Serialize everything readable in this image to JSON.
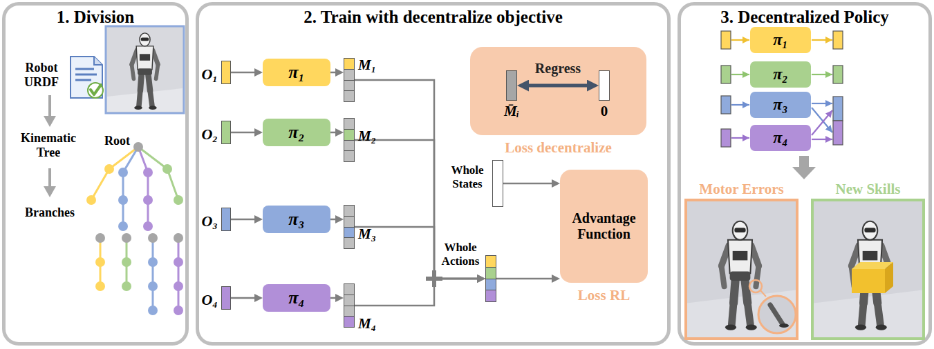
{
  "diagram": {
    "nodes": [
      {
        "text": [
          "1. Division"
        ]
      },
      {
        "text": [
          "2. Train with decentralize objective"
        ]
      },
      {
        "text": [
          "O₁"
        ],
        "in": 1
      },
      {
        "text": [
          "O₂"
        ],
        "in": 1
      },
      {
        "text": [
          "O₃"
        ],
        "in": 1
      },
      {
        "text": [
          "O₄"
        ],
        "in": 1
      },
      {
        "text": [
          "π₁"
        ],
        "in": 1
      },
      {
        "text": [
          "π₂"
        ],
        "in": 1
      },
      {
        "text": [
          "π₃"
        ],
        "in": 1
      },
      {
        "text": [
          "π₄"
        ],
        "in": 1
      },
      {
        "text": [
          "M₁"
        ],
        "in": 1
      },
      {
        "text": [
          "M₂"
        ],
        "in": 1
      },
      {
        "text": [
          "M₃"
        ],
        "in": 1
      },
      {
        "text": [
          "M₄"
        ],
        "in": 1
      },
      {
        "text": [
          "Loss decentralize"
        ],
        "in": 1
      },
      {
        "text": [
          "M̄ᵢ"
        ],
        "in": 14
      },
      {
        "text": [
          "0"
        ],
        "in": 14
      },
      {
        "text": [
          "Whole States"
        ],
        "in": 1
      },
      {
        "text": [
          "Whole Actions"
        ],
        "in": 1
      },
      {
        "text": [
          "Advantage Function",
          "Loss RL"
        ],
        "in": 1
      },
      {
        "text": [
          "3. Decentralized Policy"
        ]
      },
      {
        "text": [
          "π₁"
        ],
        "in": 20
      },
      {
        "text": [
          "π₂"
        ],
        "in": 20
      },
      {
        "text": [
          "π₃"
        ],
        "in": 20
      },
      {
        "text": [
          "π₄"
        ],
        "in": 20
      },
      {
        "text": [
          "Motor Errors"
        ],
        "in": 20
      },
      {
        "text": [
          "New Skills"
        ],
        "in": 20
      }
    ],
    "edges": [
      {
        "from": 2,
        "to": 6,
        "arrow": "to"
      },
      {
        "from": 3,
        "to": 7,
        "arrow": "to"
      },
      {
        "from": 4,
        "to": 8,
        "arrow": "to"
      },
      {
        "from": 5,
        "to": 9,
        "arrow": "to"
      },
      {
        "from": 6,
        "to": 10,
        "arrow": "to"
      },
      {
        "from": 7,
        "to": 11,
        "arrow": "to"
      },
      {
        "from": 8,
        "to": 12,
        "arrow": "to"
      },
      {
        "from": 9,
        "to": 13,
        "arrow": "to"
      },
      {
        "from": 10,
        "to": 18,
        "arrow": "to"
      },
      {
        "from": 11,
        "to": 18,
        "arrow": "to"
      },
      {
        "from": 12,
        "to": 18,
        "arrow": "to"
      },
      {
        "from": 13,
        "to": 18,
        "arrow": "to"
      },
      {
        "from": 17,
        "to": 19,
        "arrow": "to"
      },
      {
        "from": 18,
        "to": 19,
        "arrow": "to"
      },
      {
        "from": 15,
        "to": 16,
        "label": "Regress",
        "arrow": "both"
      }
    ],
    "labels": [
      "Robot URDF",
      "Kinematic Tree",
      "Root",
      "Branches"
    ]
  }
}
